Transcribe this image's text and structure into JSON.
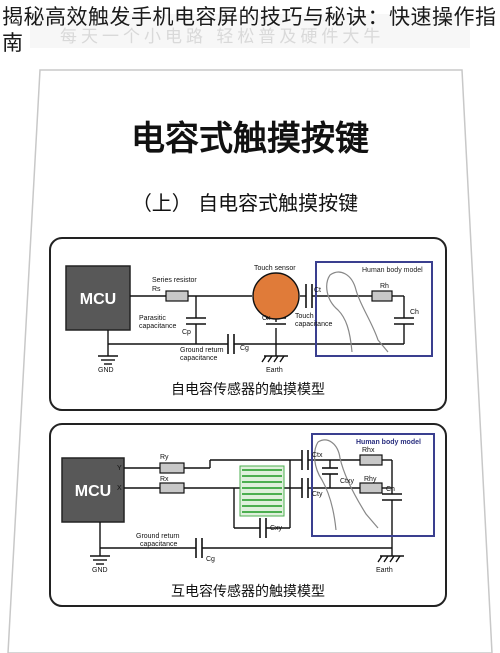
{
  "overlay_title": "揭秘高效触发手机电容屏的技巧与秘诀：快速操作指南",
  "banner_text": "每天一个小电路  轻松普及硬件大牛",
  "main_title": "电容式触摸按键",
  "subtitle": "（上） 自电容式触摸按键",
  "panel1": {
    "caption": "自电容传感器的触摸模型",
    "mcu": "MCU",
    "series_resistor": "Series resistor",
    "rs": "Rs",
    "touch_sensor": "Touch sensor",
    "ct": "Ct",
    "touch_cap_1": "Touch",
    "touch_cap_2": "capacitance",
    "cx": "Cx",
    "parasitic_1": "Parasitic",
    "parasitic_2": "capacitance",
    "cp": "Cp",
    "ground_return_1": "Ground return",
    "ground_return_2": "capacitance",
    "cg": "Cg",
    "gnd": "GND",
    "earth": "Earth",
    "human_model": "Human body model",
    "rh": "Rh",
    "ch": "Ch"
  },
  "panel2": {
    "caption": "互电容传感器的触摸模型",
    "mcu": "MCU",
    "y": "Y",
    "x": "X",
    "ry": "Ry",
    "rx": "Rx",
    "ctx": "Ctx",
    "cty": "Cty",
    "ctxy": "Ctxy",
    "cxy": "Cxy",
    "ground_return_1": "Ground return",
    "ground_return_2": "capacitance",
    "cg": "Cg",
    "gnd": "GND",
    "earth": "Earth",
    "human_model": "Human body model",
    "rhx": "Rhx",
    "rhy": "Rhy",
    "ch": "Ch"
  },
  "colors": {
    "mcu_fill": "#585858",
    "sensor_fill": "#e07b39",
    "human_box": "#3a3f8f",
    "electrode": "#4caf50",
    "resistor_fill": "#c8c8c8"
  }
}
